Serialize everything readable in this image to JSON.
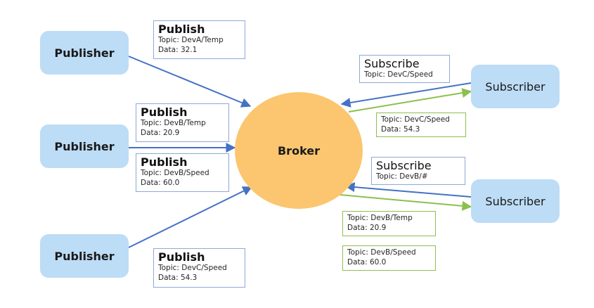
{
  "nodes": {
    "publisher_label": "Publisher",
    "subscriber_label": "Subscriber",
    "broker_label": "Broker"
  },
  "messages": {
    "pub1": {
      "type": "Publish",
      "topic": "Topic:  DevA/Temp",
      "data": "Data: 32.1"
    },
    "pub2": {
      "type": "Publish",
      "topic": "Topic:  DevB/Temp",
      "data": "Data: 20.9"
    },
    "pub3": {
      "type": "Publish",
      "topic": "Topic:  DevB/Speed",
      "data": "Data: 60.0"
    },
    "pub4": {
      "type": "Publish",
      "topic": "Topic:  DevC/Speed",
      "data": "Data: 54.3"
    },
    "sub1": {
      "type": "Subscribe",
      "topic": "Topic:  DevC/Speed"
    },
    "sub2": {
      "type": "Subscribe",
      "topic": "Topic:  DevB/#"
    },
    "deliver1": {
      "topic": "Topic: DevC/Speed",
      "data": "Data: 54.3"
    },
    "deliver2": {
      "topic": "Topic: DevB/Temp",
      "data": "Data: 20.9"
    },
    "deliver3": {
      "topic": "Topic: DevB/Speed",
      "data": "Data: 60.0"
    }
  },
  "colors": {
    "publish_arrow": "#4472c4",
    "deliver_arrow": "#8cc04d",
    "node_fill": "#bddcf6",
    "broker_fill": "#fbc66f"
  }
}
